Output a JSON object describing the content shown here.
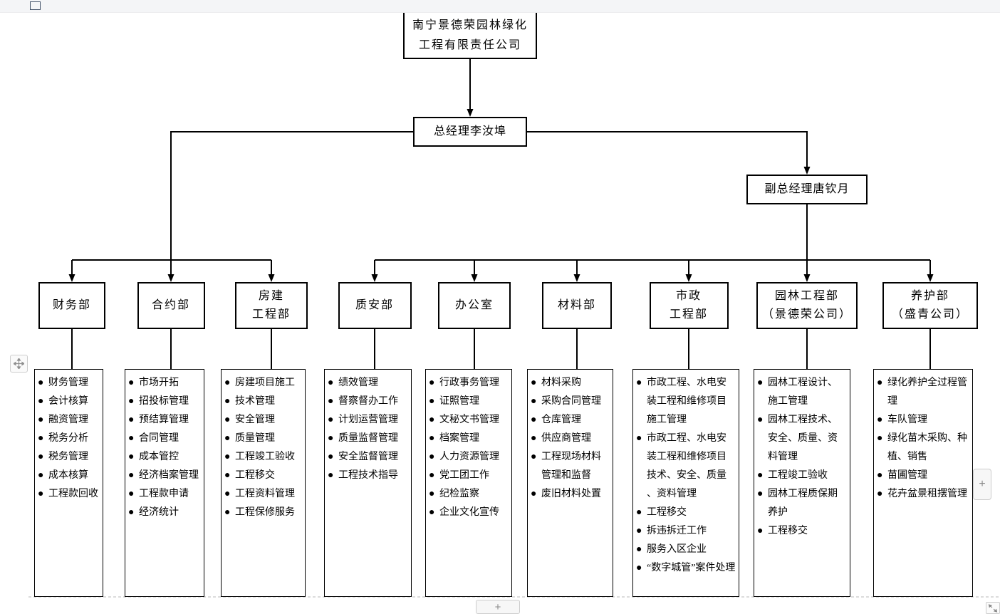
{
  "chrome": {
    "bottom_add_label": "+",
    "right_add_label": "+"
  },
  "org": {
    "bullet": "●",
    "root": {
      "line1": "南宁景德荣园林绿化",
      "line2": "工程有限责任公司"
    },
    "general_manager": "总经理李汝埠",
    "deputy_general_manager": "副总经理唐钦月",
    "departments": [
      {
        "name": [
          "财务部"
        ],
        "items": [
          "财务管理",
          "会计核算",
          "融资管理",
          "税务分析",
          "税务管理",
          "成本核算",
          "工程款回收"
        ]
      },
      {
        "name": [
          "合约部"
        ],
        "items": [
          "市场开拓",
          "招投标管理",
          "预结算管理",
          "合同管理",
          "成本管控",
          "经济档案管理",
          "工程款申请",
          "经济统计"
        ]
      },
      {
        "name": [
          "房建",
          "工程部"
        ],
        "items": [
          "房建项目施工",
          "技术管理",
          "安全管理",
          "质量管理",
          "工程竣工验收",
          "工程移交",
          "工程资料管理",
          "工程保修服务"
        ]
      },
      {
        "name": [
          "质安部"
        ],
        "items": [
          "绩效管理",
          "督察督办工作",
          "计划运营管理",
          "质量监督管理",
          "安全监督管理",
          "工程技术指导"
        ]
      },
      {
        "name": [
          "办公室"
        ],
        "items": [
          "行政事务管理",
          "证照管理",
          "文秘文书管理",
          "档案管理",
          "人力资源管理",
          "党工团工作",
          "纪检监察",
          "企业文化宣传"
        ]
      },
      {
        "name": [
          "材料部"
        ],
        "items": [
          "材料采购",
          "采购合同管理",
          "仓库管理",
          "供应商管理",
          "工程现场材料管理和监督",
          "废旧材料处置"
        ]
      },
      {
        "name": [
          "市政",
          "工程部"
        ],
        "items": [
          "市政工程、水电安装工程和维修项目施工管理",
          "市政工程、水电安装工程和维修项目技术、安全、质量、资料管理",
          "工程移交",
          "拆违拆迁工作",
          "服务入区企业",
          "“数字城管”案件处理"
        ]
      },
      {
        "name": [
          "园林工程部",
          "（景德荣公司）"
        ],
        "items": [
          "园林工程设计、施工管理",
          "园林工程技术、安全、质量、资料管理",
          "工程竣工验收",
          "园林工程质保期养护",
          "工程移交"
        ]
      },
      {
        "name": [
          "养护部",
          "（盛青公司）"
        ],
        "items": [
          "绿化养护全过程管理",
          "车队管理",
          "绿化苗木采购、种植、销售",
          "苗圃管理",
          "花卉盆景租摆管理"
        ]
      }
    ]
  }
}
